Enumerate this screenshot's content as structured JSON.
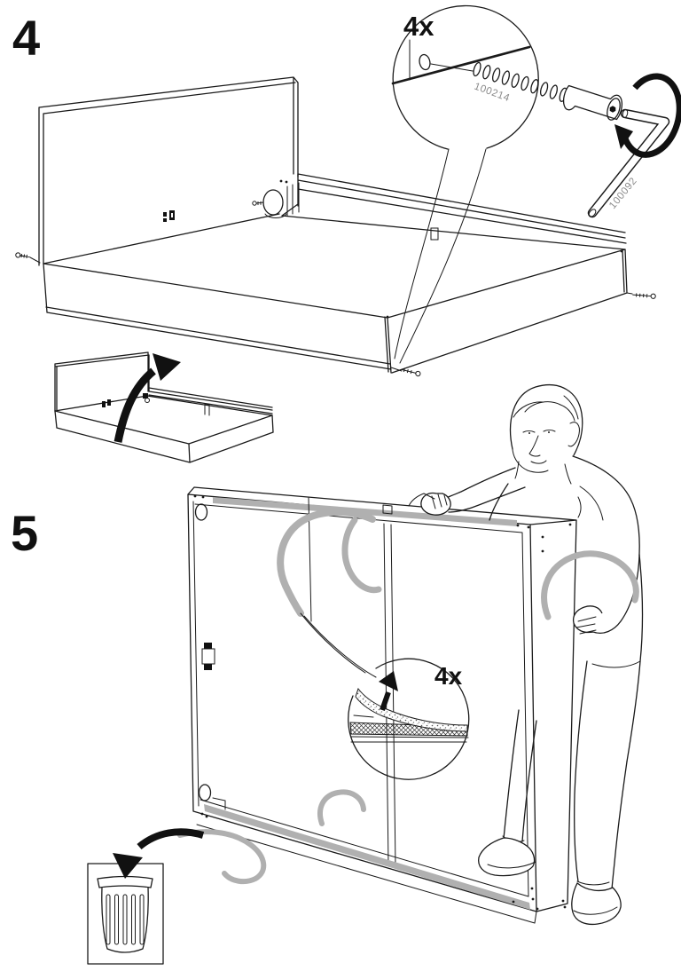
{
  "page": {
    "kind": "assembly-instruction-page",
    "background": "#ffffff"
  },
  "colors": {
    "line": "#1a1a1a",
    "strip_gray": "#b0b0b0",
    "part_number_gray": "#8c8c8c"
  },
  "step4": {
    "number": "4",
    "callout": {
      "quantity": "4x",
      "part_number": "100214"
    },
    "tool": {
      "part_number": "100092"
    }
  },
  "step5": {
    "number": "5",
    "callout": {
      "quantity": "4x"
    }
  },
  "icons": {
    "rotation_arrow": "clockwise-rotation-arrow",
    "flip_arrow": "lift-and-flip-arrow",
    "peel_arrow": "peel-direction-arrow",
    "discard_arrow": "discard-into-trash-arrow",
    "trash": "trash-can"
  }
}
